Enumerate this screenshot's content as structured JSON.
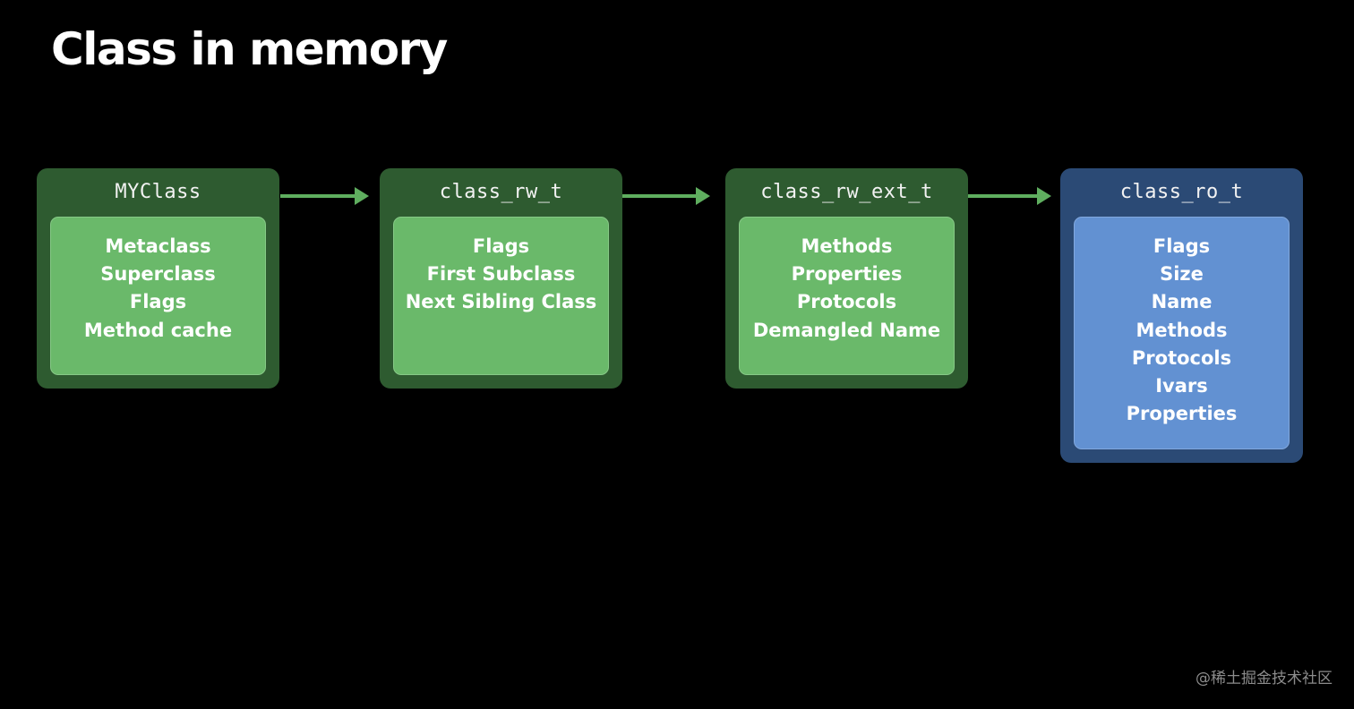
{
  "title": "Class in memory",
  "colors": {
    "green_outer": "#2e5b30",
    "green_inner": "#6ab96a",
    "blue_outer": "#2b4a75",
    "blue_inner": "#6291d2",
    "arrow": "#5fae5f"
  },
  "boxes": [
    {
      "header": "MYClass",
      "fields": [
        "Metaclass",
        "Superclass",
        "Flags",
        "Method cache"
      ]
    },
    {
      "header": "class_rw_t",
      "fields": [
        "Flags",
        "First Subclass",
        "Next Sibling Class"
      ]
    },
    {
      "header": "class_rw_ext_t",
      "fields": [
        "Methods",
        "Properties",
        "Protocols",
        "Demangled Name"
      ]
    },
    {
      "header": "class_ro_t",
      "fields": [
        "Flags",
        "Size",
        "Name",
        "Methods",
        "Protocols",
        "Ivars",
        "Properties"
      ]
    }
  ],
  "edges": [
    {
      "from": "MYClass",
      "to": "class_rw_t"
    },
    {
      "from": "class_rw_t",
      "to": "class_rw_ext_t"
    },
    {
      "from": "class_rw_ext_t",
      "to": "class_ro_t"
    }
  ],
  "watermark": "@稀土掘金技术社区"
}
